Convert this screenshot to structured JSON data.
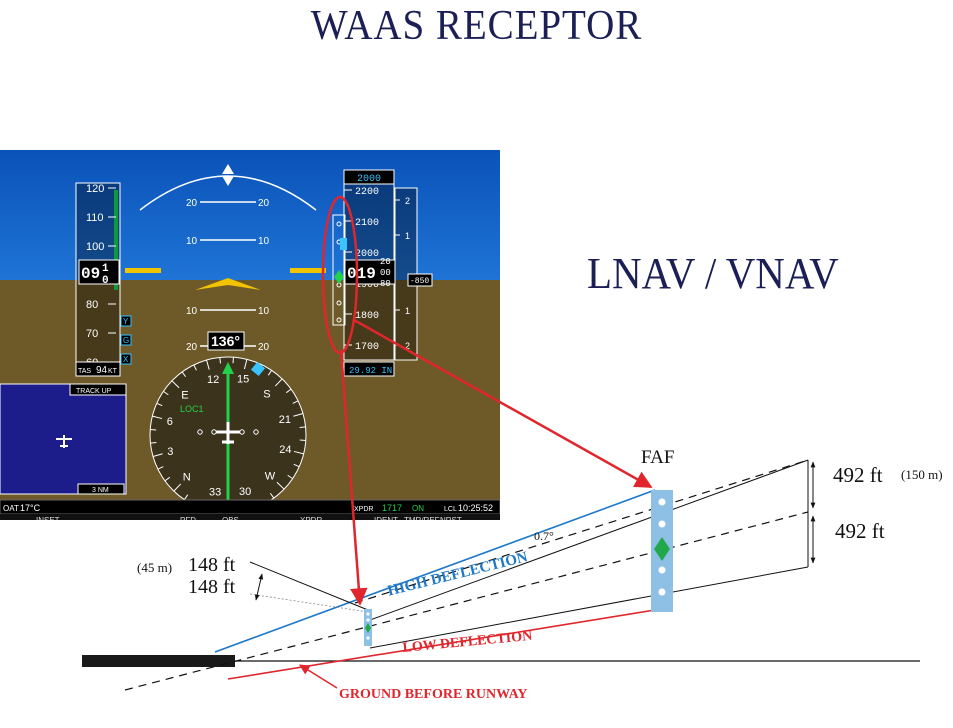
{
  "title": "WAAS  RECEPTOR",
  "subtitle": "LNAV / VNAV",
  "labels": {
    "faf": "FAF",
    "upper_height": "492 ft",
    "upper_height_m": "(150 m)",
    "lower_height": "492 ft",
    "near_m": "(45 m)",
    "near_upper": "148 ft",
    "near_lower": "148 ft",
    "angle": "0.7°",
    "high_deflection": "HIGH    DEFLECTION",
    "low_deflection": "LOW   DEFLECTION",
    "ground_before_runway": "GROUND BEFORE RUNWAY"
  },
  "pfd": {
    "speed_ticks": [
      "120",
      "110",
      "100",
      "90",
      "80",
      "70",
      "60"
    ],
    "speed_current_a": "09",
    "speed_current_b": "1",
    "speed_current_c": "0",
    "tas": "TAS",
    "tas_value": "94",
    "tas_unit": "KT",
    "speed_bugs": [
      "Y",
      "G",
      "X"
    ],
    "pitch_up": [
      "20",
      "10"
    ],
    "pitch_down": [
      "10",
      "20"
    ],
    "alt_selected": "2000",
    "alt_ticks": [
      "2200",
      "2100",
      "2000",
      "1900",
      "1800",
      "1700"
    ],
    "alt_current": "019",
    "alt_roll_a": "20",
    "alt_roll_b": "00",
    "alt_roll_c": "80",
    "vs_ticks": [
      "2",
      "1",
      "1",
      "2"
    ],
    "vs_value": "-850",
    "baro": "29.92 IN",
    "heading": "136°",
    "nav_source": "LOC1",
    "compass_labels": [
      "N",
      "3",
      "6",
      "E",
      "12",
      "15",
      "S",
      "21",
      "24",
      "W",
      "30",
      "33"
    ],
    "inset_mode": "TRACK UP",
    "inset_range": "3 NM",
    "oat_label": "OAT",
    "oat_value": "17°C",
    "xpdr_label": "XPDR",
    "xpdr_code": "1717",
    "xpdr_mode": "ON",
    "time_label": "LCL",
    "time_value": "10:25:52",
    "softkeys": [
      "INSET",
      "PFD",
      "OBS",
      "XPDR",
      "IDENT",
      "TMR/REF",
      "NRST"
    ]
  },
  "colors": {
    "title": "#1b1f55",
    "high_line": "#1e78c8",
    "low_line": "#e0262c",
    "arrow": "#e0262c",
    "gauge": "#8ec0e6",
    "diamond": "#22a84a",
    "sky": "#1262c6",
    "ground": "#6e5a28"
  }
}
